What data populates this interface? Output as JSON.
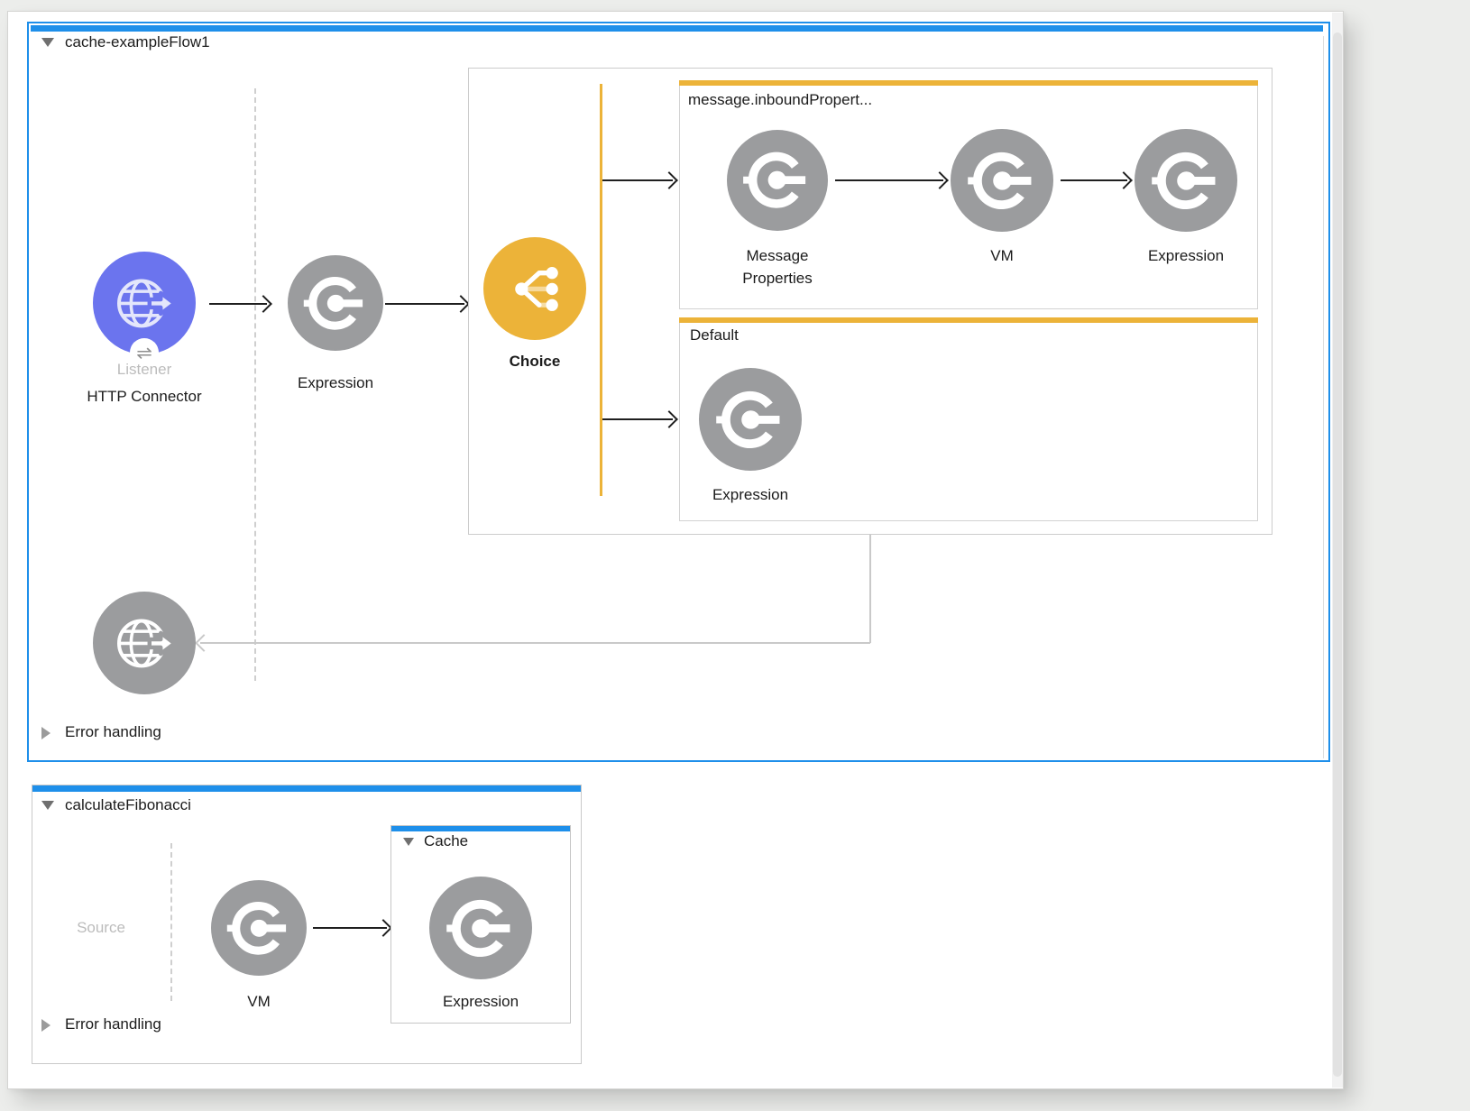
{
  "flows": [
    {
      "title": "cache-exampleFlow1",
      "error_handling": "Error handling",
      "listener": {
        "sublabel": "Listener",
        "label": "HTTP Connector",
        "badge_glyph": "⇌"
      },
      "expression": {
        "label": "Expression"
      },
      "choice": {
        "label": "Choice"
      },
      "branches": [
        {
          "label": "message.inboundPropert...",
          "steps": [
            "Message Properties",
            "VM",
            "Expression"
          ]
        },
        {
          "label": "Default",
          "steps": [
            "Expression"
          ]
        }
      ]
    },
    {
      "title": "calculateFibonacci",
      "error_handling": "Error handling",
      "source_label": "Source",
      "vm": {
        "label": "VM"
      },
      "cache": {
        "title": "Cache",
        "expression": {
          "label": "Expression"
        }
      }
    }
  ],
  "colors": {
    "selection_blue": "#1E8FEA",
    "accent_yellow": "#ECB339",
    "node_gray": "#9B9C9E",
    "http_blue": "#6B74EE",
    "wire_gray": "#C9C9C9"
  }
}
